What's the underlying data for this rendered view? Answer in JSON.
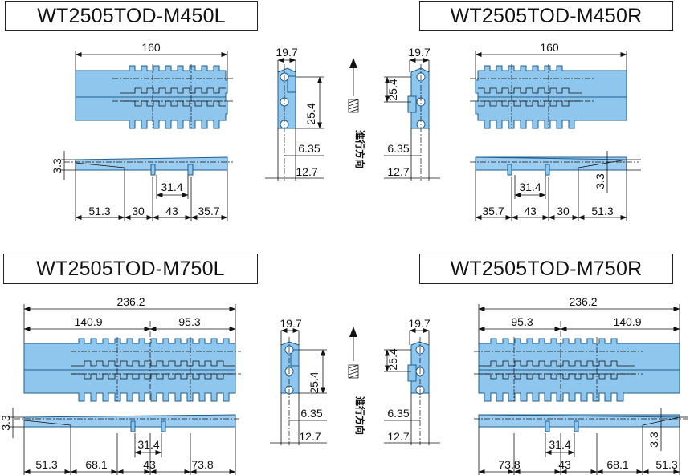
{
  "colors": {
    "belt_fill": "#8ec6ee",
    "belt_stroke": "#1f5e8f",
    "line": "#111111"
  },
  "titles": {
    "m450l": "WT2505TOD-M450L",
    "m450r": "WT2505TOD-M450R",
    "m750l": "WT2505TOD-M750L",
    "m750r": "WT2505TOD-M750R"
  },
  "direction_label": "進行方向",
  "m450l": {
    "width": "160",
    "h": "3.3",
    "d1": "51.3",
    "d2": "30",
    "d3": "43",
    "d4": "35.7",
    "d5": "31.4"
  },
  "m450r": {
    "width": "160",
    "h": "3.3",
    "d1": "35.7",
    "d2": "43",
    "d3": "30",
    "d4": "51.3",
    "d5": "31.4"
  },
  "m750l": {
    "width": "236.2",
    "w1": "140.9",
    "w2": "95.3",
    "h": "3.3",
    "d1": "51.3",
    "d2": "68.1",
    "d3": "43",
    "d4": "73.8",
    "d5": "31.4"
  },
  "m750r": {
    "width": "236.2",
    "w1": "95.3",
    "w2": "140.9",
    "h": "3.3",
    "d1": "73.8",
    "d2": "43",
    "d3": "68.1",
    "d4": "51.3",
    "d5": "31.4"
  },
  "side": {
    "top": "19.7",
    "pitch": "25.4",
    "a": "6.35",
    "b": "12.7"
  }
}
